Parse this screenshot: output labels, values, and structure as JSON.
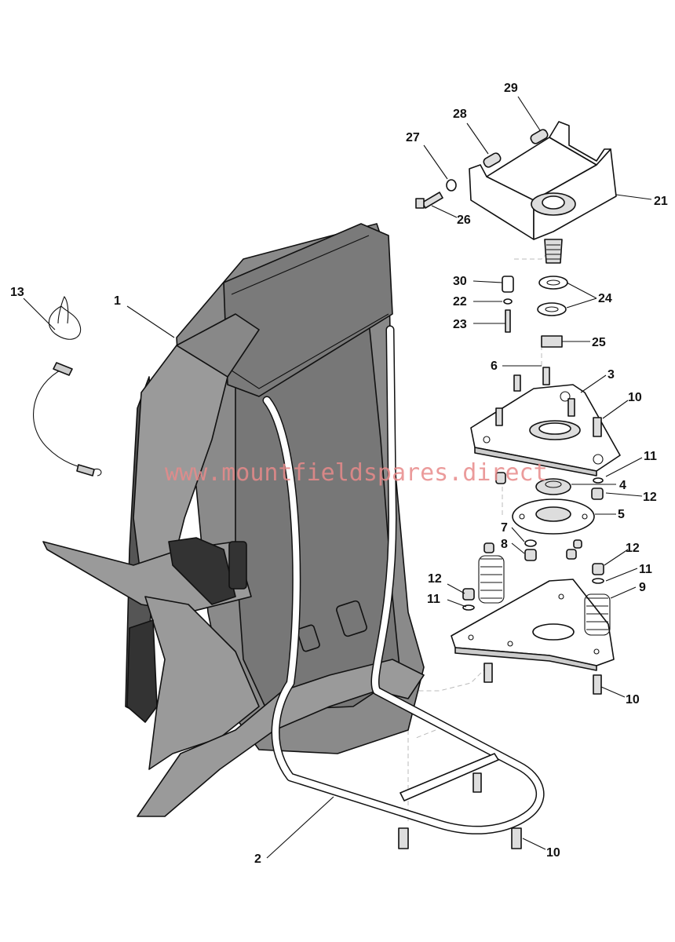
{
  "watermark": "www.mountfieldspares.direct",
  "callouts": {
    "c1": "1",
    "c2": "2",
    "c3": "3",
    "c4": "4",
    "c5": "5",
    "c6": "6",
    "c7": "7",
    "c8": "8",
    "c9": "9",
    "c10a": "10",
    "c10b": "10",
    "c10c": "10",
    "c11a": "11",
    "c11b": "11",
    "c11c": "11",
    "c12a": "12",
    "c12b": "12",
    "c12c": "12",
    "c13": "13",
    "c21": "21",
    "c22": "22",
    "c23": "23",
    "c24": "24",
    "c25": "25",
    "c26": "26",
    "c27": "27",
    "c28": "28",
    "c29": "29",
    "c30": "30"
  },
  "colors": {
    "pad": "#8a8a8a",
    "pad_dark": "#6e6e6e",
    "strap": "#9a9a9a",
    "strap_dark": "#333333",
    "metal": "#ffffff",
    "metal_shade": "#d8d8d8"
  }
}
